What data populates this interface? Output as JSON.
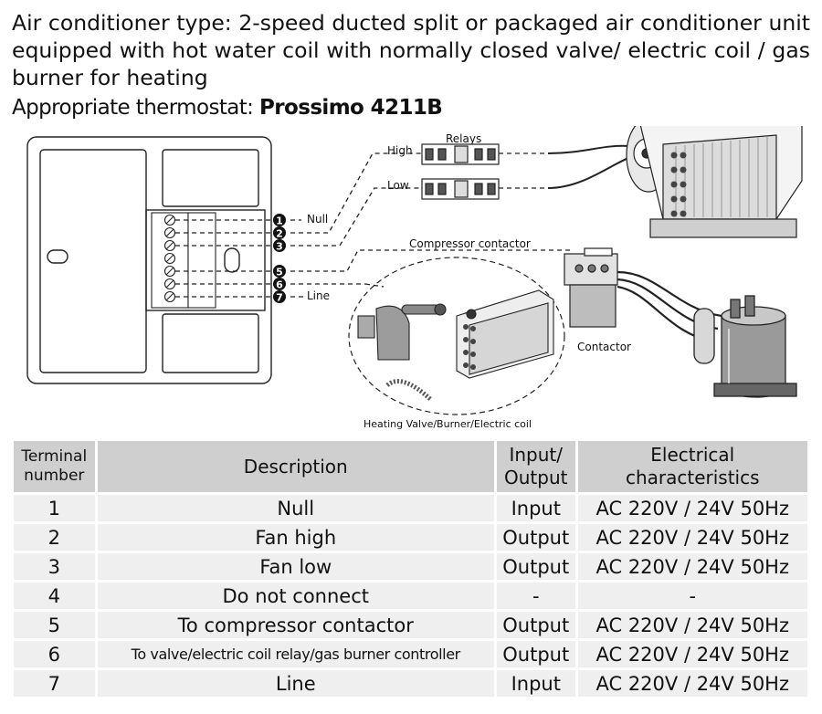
{
  "intro": {
    "line1": "Air conditioner type: 2-speed ducted split or packaged air conditioner unit equipped with hot water coil with normally closed valve/ electric coil / gas burner for heating",
    "thermostat_label": "Appropriate thermostat: ",
    "thermostat_model": "Prossimo 4211B"
  },
  "diagram": {
    "labels": {
      "relays": "Relays",
      "high": "High",
      "low": "Low",
      "null": "Null",
      "line": "Line",
      "compressor_contactor": "Compressor contactor",
      "contactor": "Contactor",
      "heating": "Heating Valve/Burner/Electric coil"
    },
    "terminal_numbers": [
      "1",
      "2",
      "3",
      "5",
      "6",
      "7"
    ]
  },
  "table": {
    "headers": [
      "Terminal number",
      "Description",
      "Input/ Output",
      "Electrical characteristics"
    ],
    "rows": [
      [
        "1",
        "Null",
        "Input",
        "AC 220V / 24V 50Hz"
      ],
      [
        "2",
        "Fan high",
        "Output",
        "AC 220V / 24V 50Hz"
      ],
      [
        "3",
        "Fan low",
        "Output",
        "AC 220V / 24V 50Hz"
      ],
      [
        "4",
        "Do not connect",
        "-",
        "-"
      ],
      [
        "5",
        "To compressor contactor",
        "Output",
        "AC 220V / 24V 50Hz"
      ],
      [
        "6",
        "To valve/electric coil relay/gas burner controller",
        "Output",
        "AC 220V / 24V 50Hz"
      ],
      [
        "7",
        "Line",
        "Input",
        "AC 220V / 24V 50Hz"
      ]
    ]
  }
}
